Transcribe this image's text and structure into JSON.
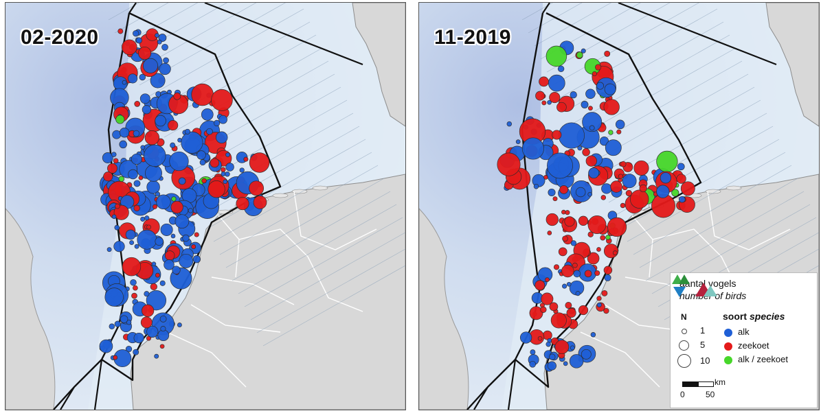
{
  "panels": [
    {
      "date": "02-2020"
    },
    {
      "date": "11-2019"
    }
  ],
  "legend": {
    "title": "aantal vogels",
    "subtitle": "number of birds",
    "size_header": "N",
    "sizes": [
      {
        "label": "1",
        "n": 1
      },
      {
        "label": "5",
        "n": 5
      },
      {
        "label": "10",
        "n": 10
      }
    ],
    "species_header": "soort",
    "species_header_en": "species",
    "species": [
      {
        "label": "alk",
        "color": "#1f5fd6"
      },
      {
        "label": "zeekoet",
        "color": "#e41a1a"
      },
      {
        "label": "alk / zeekoet",
        "color": "#47d72a"
      }
    ],
    "scale": {
      "unit": "km",
      "tick_start": "0",
      "tick_end": "50"
    },
    "logo_icon": "triangle-logo-icon"
  },
  "colors": {
    "alk": "#1f5fd6",
    "zeekoet": "#e41a1a",
    "alk_zeekoet": "#47d72a",
    "land": "#d8d8d8",
    "sea": "#dfe9f4"
  }
}
